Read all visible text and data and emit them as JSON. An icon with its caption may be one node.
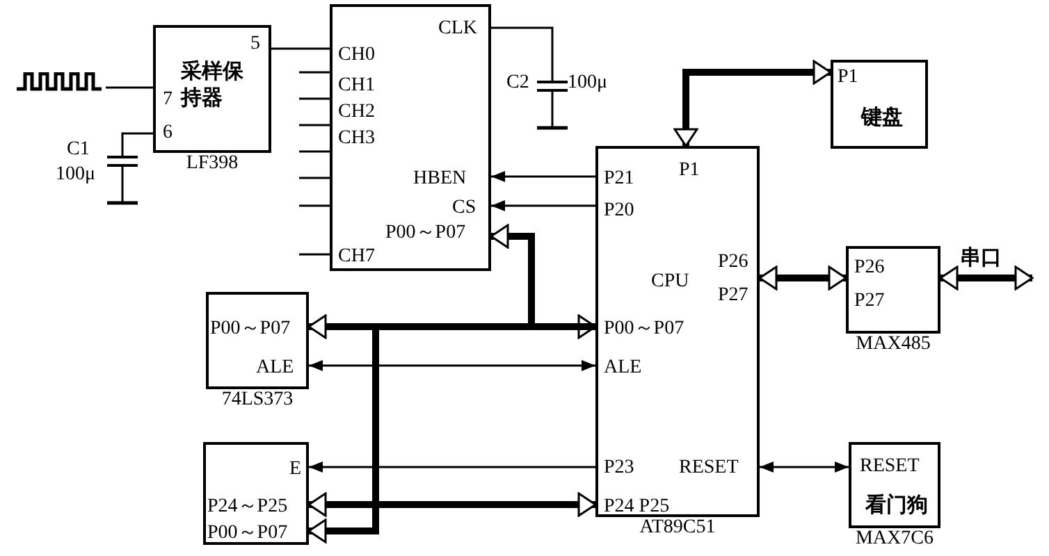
{
  "diagram": {
    "nodes": [
      {
        "text": [],
        "shape": "picture"
      },
      {
        "text": [
          "5",
          "7",
          "采样保持器",
          "6"
        ],
        "beside": [
          "LF398"
        ]
      },
      {
        "text": [
          "CH0",
          "CLK",
          "CH1",
          "CH2",
          "CH3",
          "HBEN",
          "CS",
          "CH7",
          "P00～P07"
        ]
      },
      {
        "text": [
          "P1",
          "键盘"
        ]
      },
      {
        "text": [
          "P21",
          "P1",
          "P20",
          "P26",
          "CPU",
          "P27",
          "P00～P07",
          "ALE",
          "P23",
          "RESET",
          "P24 P25"
        ],
        "beside": [
          "AT89C51"
        ]
      },
      {
        "text": [
          "P26",
          "P27"
        ],
        "beside": [
          "MAX485"
        ]
      },
      {
        "text": [
          "P00～P07",
          "ALE"
        ],
        "beside": [
          "74LS373"
        ]
      },
      {
        "text": [
          "RESET",
          "看门狗"
        ],
        "beside": [
          "MAX7C6"
        ]
      },
      {
        "text": [
          "E",
          "P24～P25",
          "P00～P07"
        ]
      },
      {
        "text": [],
        "shape": "capacitor",
        "beside": [
          "C2",
          "100μ"
        ]
      },
      {
        "text": [],
        "shape": "capacitor",
        "beside": [
          "C1",
          "100μ"
        ]
      }
    ],
    "edges": [
      {
        "from": 0,
        "to": 1,
        "arrow": "none"
      },
      {
        "from": 1,
        "to": 2,
        "arrow": "none"
      },
      {
        "from": 4,
        "to": 2,
        "arrow": "to"
      },
      {
        "from": 4,
        "to": 2,
        "arrow": "to"
      },
      {
        "from": 4,
        "to": 3,
        "arrow": "both",
        "style": "thick"
      },
      {
        "from": 4,
        "to": 5,
        "arrow": "both",
        "style": "thick"
      },
      {
        "from": 5,
        "to": null,
        "arrow": "both",
        "style": "thick",
        "label": "串口"
      },
      {
        "from": 6,
        "to": 4,
        "arrow": "both",
        "style": "thick"
      },
      {
        "from": 4,
        "to": 2,
        "arrow": "to",
        "style": "thick"
      },
      {
        "from": 4,
        "to": 8,
        "arrow": "to",
        "style": "thick"
      },
      {
        "from": 6,
        "to": 4,
        "arrow": "both"
      },
      {
        "from": 4,
        "to": 8,
        "arrow": "to"
      },
      {
        "from": 8,
        "to": 4,
        "arrow": "both",
        "style": "thick"
      },
      {
        "from": 4,
        "to": 7,
        "arrow": "both"
      },
      {
        "from": 2,
        "to": 9,
        "arrow": "none"
      },
      {
        "from": 1,
        "to": 10,
        "arrow": "none"
      }
    ]
  }
}
